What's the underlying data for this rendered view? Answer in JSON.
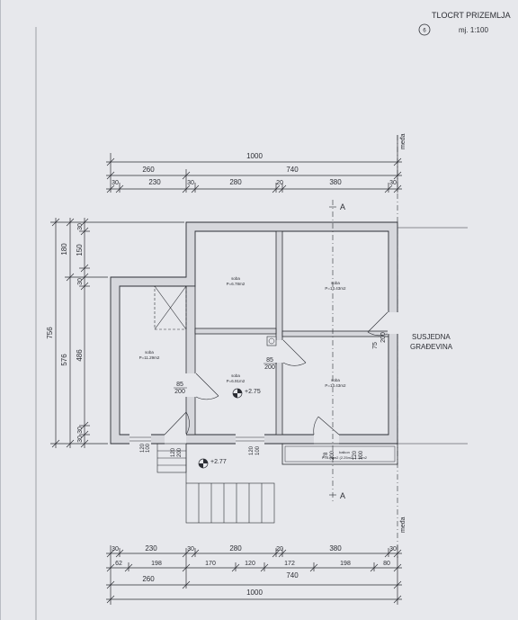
{
  "header": {
    "title": "TLOCRT PRIZEMLJA",
    "sheet_number": "6",
    "scale": "mj. 1:100"
  },
  "labels": {
    "neighbor_line1": "SUSJEDNA",
    "neighbor_line2": "GRAĐEVINA",
    "boundary_top": "međa",
    "boundary_bottom": "međa",
    "section_top": "A",
    "section_bottom": "A"
  },
  "levels": {
    "interior": "+2.75",
    "exterior": "+2.77"
  },
  "rooms": [
    {
      "name": "soba",
      "area": "P=6.78m2"
    },
    {
      "name": "soba",
      "area": "P=13.43m2"
    },
    {
      "name": "soba",
      "area": "P=11.29m2"
    },
    {
      "name": "soba",
      "area": "P=6.91m2"
    },
    {
      "name": "soba",
      "area": "P=13.43m2"
    },
    {
      "name": "balkon",
      "area": "P=3.08m2 (2.25m2) 1.15m2"
    }
  ],
  "openings": [
    {
      "w": "85",
      "h": "200"
    },
    {
      "w": "85",
      "h": "200"
    },
    {
      "w": "75",
      "h": "200"
    },
    {
      "w": "120",
      "h": "100"
    },
    {
      "w": "120",
      "h": "100"
    },
    {
      "w": "78",
      "h": "200"
    },
    {
      "w": "120",
      "h": "100"
    },
    {
      "w": "120",
      "h": "200"
    }
  ],
  "dims_top": {
    "total": "1000",
    "row2": [
      "260",
      "740"
    ],
    "row3": [
      "30",
      "230",
      "30",
      "280",
      "20",
      "380",
      "30"
    ]
  },
  "dims_bottom": {
    "row1": [
      "30",
      "230",
      "30",
      "280",
      "20",
      "380",
      "30"
    ],
    "row2": [
      "62",
      "198",
      "170",
      "120",
      "172",
      "198",
      "80"
    ],
    "row3": [
      "260",
      "740"
    ],
    "total": "1000"
  },
  "dims_left": {
    "total": "756",
    "col2": [
      "180",
      "576"
    ],
    "col3": [
      "30",
      "150",
      "30",
      "486",
      "30",
      "30"
    ]
  }
}
